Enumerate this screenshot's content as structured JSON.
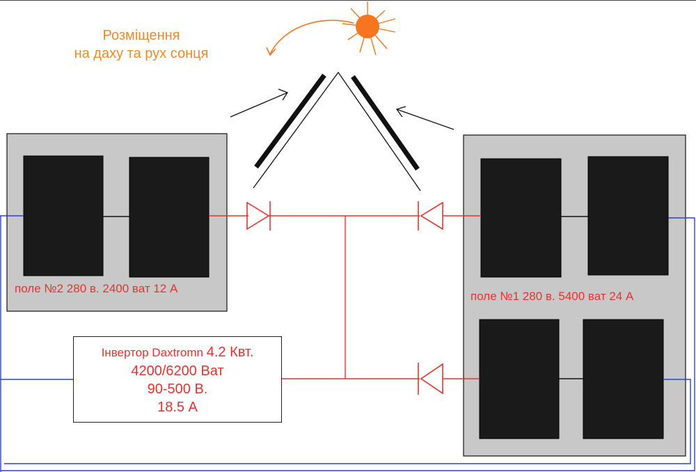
{
  "caption": {
    "line1": "Розміщення",
    "line2": "на даху та рух сонця"
  },
  "field2": {
    "label": "поле №2 280 в. 2400 ват 12 А"
  },
  "field1": {
    "label": "поле №1 280 в. 5400 ват 24 А"
  },
  "inverter": {
    "title_prefix": "Інвертор Daxtromn",
    "title_power": "4.2 Квт.",
    "power": "4200/6200 Ват",
    "voltage": "90-500 В.",
    "current": "18.5 А"
  },
  "colors": {
    "positive_wire": "#e8322f",
    "negative_wire": "#2f3fd6",
    "sun": "#f7751e",
    "caption": "#f08a28",
    "panel": "#1a1a1a",
    "field_bg": "#c8c8c8"
  }
}
